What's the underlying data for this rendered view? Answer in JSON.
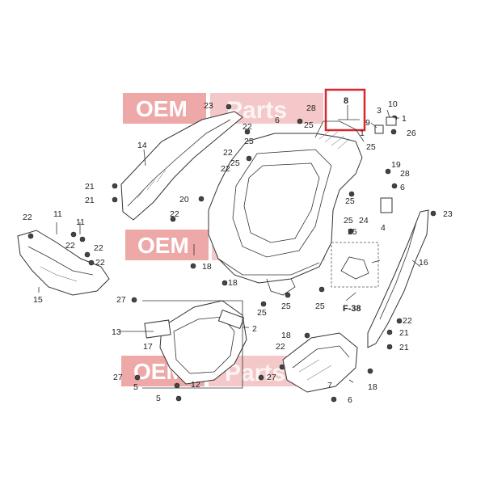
{
  "watermark": {
    "text_a": "OEM",
    "text_b": "Parts",
    "color": "#e06060"
  },
  "highlight": {
    "part": "8",
    "color": "#d8262c"
  },
  "section_ref": "F-38",
  "callouts": {
    "c1": "1",
    "c2": "2",
    "c3": "3",
    "c4": "4",
    "c5": "5",
    "c6": "6",
    "c7": "7",
    "c8": "8",
    "c9": "9",
    "c10": "10",
    "c11": "11",
    "c12": "12",
    "c13": "13",
    "c14": "14",
    "c15": "15",
    "c16": "16",
    "c17": "17",
    "c18": "18",
    "c19": "19",
    "c20": "20",
    "c21": "21",
    "c22": "22",
    "c23": "23",
    "c24": "24",
    "c25": "25",
    "c26": "26",
    "c27": "27",
    "c28": "28"
  }
}
